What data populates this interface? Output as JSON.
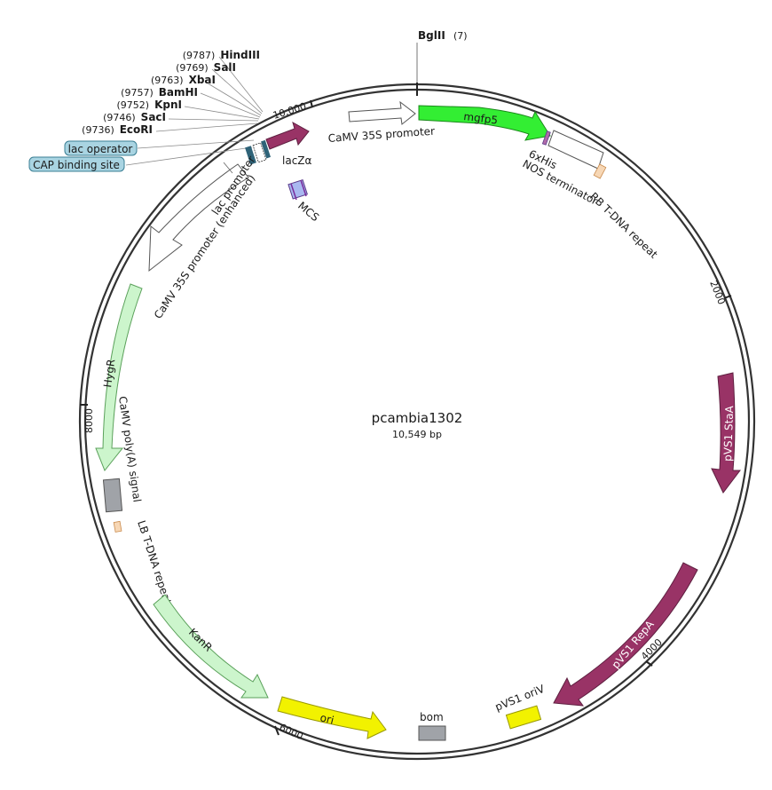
{
  "plasmid": {
    "name": "pcambia1302",
    "length_label": "10,549 bp",
    "length_bp": 10549
  },
  "tick_marks": [
    {
      "label": "10,000"
    },
    {
      "label": "2000"
    },
    {
      "label": "4000"
    },
    {
      "label": "6000"
    },
    {
      "label": "8000"
    }
  ],
  "top_site": {
    "name": "BglII",
    "position_label": "(7)"
  },
  "restriction_sites": [
    {
      "position_label": "(9787)",
      "name": "HindIII"
    },
    {
      "position_label": "(9769)",
      "name": "SalI"
    },
    {
      "position_label": "(9763)",
      "name": "XbaI"
    },
    {
      "position_label": "(9757)",
      "name": "BamHI"
    },
    {
      "position_label": "(9752)",
      "name": "KpnI"
    },
    {
      "position_label": "(9746)",
      "name": "SacI"
    },
    {
      "position_label": "(9736)",
      "name": "EcoRI"
    }
  ],
  "boxed_labels": [
    {
      "text": "lac operator"
    },
    {
      "text": "CAP binding site"
    }
  ],
  "features": [
    {
      "id": "mgfp5",
      "label": "mgfp5",
      "color": "#33ee33"
    },
    {
      "id": "camv35s_promoter",
      "label": "CaMV 35S promoter",
      "color": "#ffffff"
    },
    {
      "id": "sixhis",
      "label": "6xHis",
      "color": "#b06aa8"
    },
    {
      "id": "nos_terminator",
      "label": "NOS terminator",
      "color": "#ffffff"
    },
    {
      "id": "rb_repeat",
      "label": "RB T-DNA repeat",
      "color": "#f7d7b5"
    },
    {
      "id": "lacz",
      "label": "lacZα",
      "color": "#993366"
    },
    {
      "id": "mcs",
      "label": "MCS",
      "color": "#a9b8f0"
    },
    {
      "id": "lac_promoter",
      "label": "lac promoter",
      "color": "#ffffff"
    },
    {
      "id": "camv35s_enh",
      "label": "CaMV 35S promoter (enhanced)",
      "color": "#ffffff"
    },
    {
      "id": "hygr",
      "label": "HygR",
      "color": "#ccf5cc"
    },
    {
      "id": "camv_polya",
      "label": "CaMV poly(A) signal",
      "color": "#a0a3a8"
    },
    {
      "id": "lb_repeat",
      "label": "LB T-DNA repeat",
      "color": "#f7d7b5"
    },
    {
      "id": "kanr",
      "label": "KanR",
      "color": "#ccf5cc"
    },
    {
      "id": "ori",
      "label": "ori",
      "color": "#f2f200"
    },
    {
      "id": "bom",
      "label": "bom",
      "color": "#a0a3a8"
    },
    {
      "id": "pvs1_oriv",
      "label": "pVS1 oriV",
      "color": "#f2f200"
    },
    {
      "id": "pvs1_repa",
      "label": "pVS1 RepA",
      "color": "#993366"
    },
    {
      "id": "pvs1_staa",
      "label": "pVS1 StaA",
      "color": "#993366"
    }
  ],
  "colors": {
    "backbone": "#333333",
    "leader": "#888888",
    "box_fill": "#a9d4e2"
  }
}
